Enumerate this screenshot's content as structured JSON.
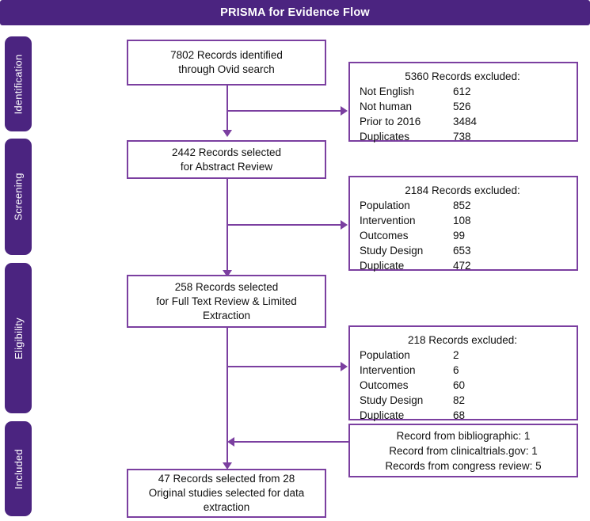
{
  "header": {
    "title": "PRISMA for Evidence Flow"
  },
  "colors": {
    "header_purple": "#4b2480",
    "phase_purple": "#4b2480",
    "box_border": "#7b3fa0",
    "connector": "#7b3fa0",
    "text": "#101010",
    "background": "#ffffff"
  },
  "phases": [
    {
      "label": "Identification"
    },
    {
      "label": "Screening"
    },
    {
      "label": "Eligibility"
    },
    {
      "label": "Included"
    }
  ],
  "flow": {
    "identified": {
      "line1": "7802 Records identified",
      "line2": "through Ovid search"
    },
    "abstract_review": {
      "line1": "2442 Records selected",
      "line2": "for Abstract Review"
    },
    "full_text_review": {
      "line1": "258 Records selected",
      "line2": "for Full Text Review & Limited",
      "line3": "Extraction"
    },
    "final": {
      "line1": "47 Records selected from 28",
      "line2": "Original studies selected for data",
      "line3": "extraction"
    }
  },
  "exclusions": [
    {
      "heading": "5360 Records excluded:",
      "rows": [
        {
          "reason": "Not English",
          "count": "612"
        },
        {
          "reason": "Not human",
          "count": "526"
        },
        {
          "reason": "Prior to 2016",
          "count": "3484"
        },
        {
          "reason": "Duplicates",
          "count": "738"
        }
      ]
    },
    {
      "heading": "2184 Records excluded:",
      "rows": [
        {
          "reason": "Population",
          "count": "852"
        },
        {
          "reason": "Intervention",
          "count": "108"
        },
        {
          "reason": "Outcomes",
          "count": "99"
        },
        {
          "reason": "Study Design",
          "count": "653"
        },
        {
          "reason": "Duplicate",
          "count": "472"
        }
      ]
    },
    {
      "heading": "218 Records excluded:",
      "rows": [
        {
          "reason": "Population",
          "count": "2"
        },
        {
          "reason": "Intervention",
          "count": "6"
        },
        {
          "reason": "Outcomes",
          "count": "60"
        },
        {
          "reason": "Study Design",
          "count": "82"
        },
        {
          "reason": "Duplicate",
          "count": "68"
        }
      ]
    }
  ],
  "additional_sources": {
    "line1": "Record from bibliographic: 1",
    "line2": "Record from clinicaltrials.gov: 1",
    "line3": "Records from congress review: 5"
  }
}
